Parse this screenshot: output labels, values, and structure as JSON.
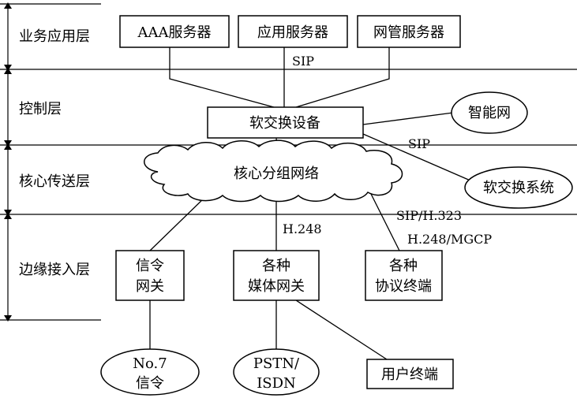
{
  "layers": [
    {
      "id": "service",
      "label": "业务应用层"
    },
    {
      "id": "control",
      "label": "控制层"
    },
    {
      "id": "core",
      "label": "核心传送层"
    },
    {
      "id": "edge",
      "label": "边缘接入层"
    }
  ],
  "nodes": {
    "aaa_server": "AAA服务器",
    "app_server": "应用服务器",
    "nms_server": "网管服务器",
    "softswitch": "软交换设备",
    "intelligent_network": "智能网",
    "softswitch_system": "软交换系统",
    "core_network": "核心分组网络",
    "signaling_gateway": {
      "line1": "信令",
      "line2": "网关"
    },
    "media_gateway": {
      "line1": "各种",
      "line2": "媒体网关"
    },
    "protocol_terminal": {
      "line1": "各种",
      "line2": "协议终端"
    },
    "no7": {
      "line1": "No.7",
      "line2": "信令"
    },
    "pstn_isdn": {
      "line1": "PSTN/",
      "line2": "ISDN"
    },
    "user_terminal": "用户终端"
  },
  "protocols": {
    "sip_top": "SIP",
    "sip_right": "SIP",
    "h248": "H.248",
    "sip_h323": "SIP/H.323",
    "h248_mgcp": "H.248/MGCP"
  }
}
